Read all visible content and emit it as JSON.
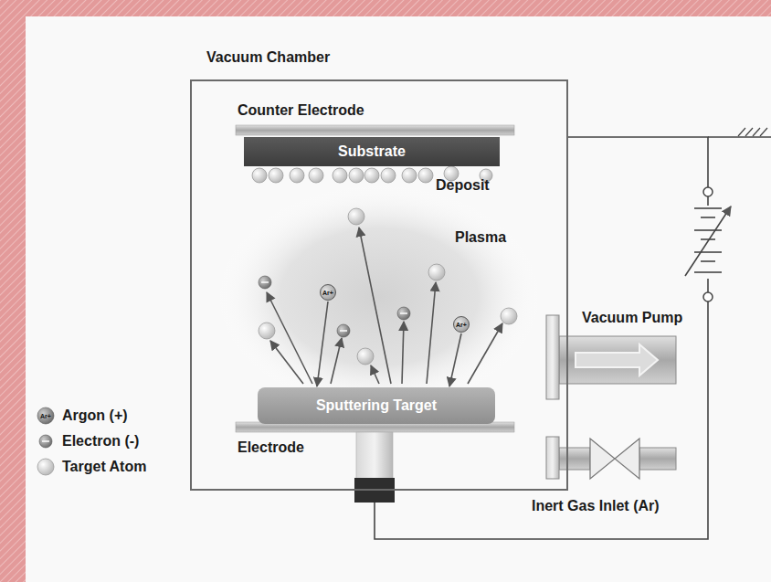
{
  "diagram": {
    "nodes": [
      {
        "text": [
          "Vacuum Chamber"
        ]
      },
      {
        "text": [
          "Substrate"
        ],
        "in": 0
      },
      {
        "text": [
          "Ar+"
        ],
        "in": 0
      },
      {
        "text": [
          "Ar+"
        ],
        "in": 0
      },
      {
        "text": [
          "Sputtering Target"
        ],
        "in": 0
      }
    ],
    "edges": [
      {
        "from": 2,
        "to": 4,
        "arrow": "to"
      },
      {
        "from": 3,
        "to": 4,
        "arrow": "to"
      }
    ],
    "labels": [
      "Counter Electrode",
      "Deposit",
      "Plasma",
      "Electrode",
      "Vacuum Pump",
      "Inert Gas Inlet (Ar)",
      "Ar+"
    ],
    "legend": [
      {
        "text": "Argon (+)"
      },
      {
        "text": "Electron (-)"
      },
      {
        "text": "Target Atom"
      }
    ]
  }
}
